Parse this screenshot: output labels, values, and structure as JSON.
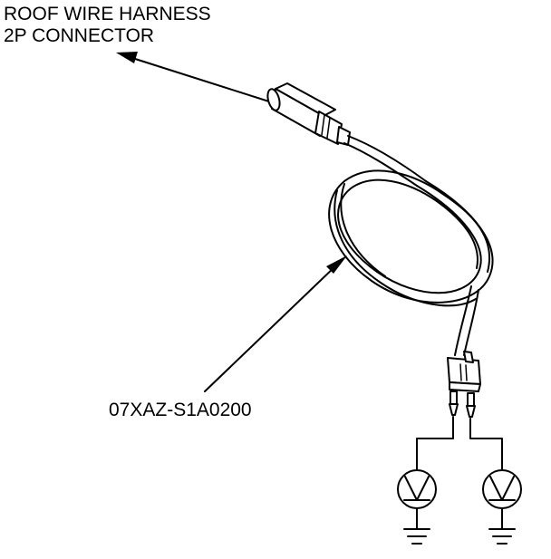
{
  "labels": {
    "connector_line1": "ROOF WIRE HARNESS",
    "connector_line2": "2P CONNECTOR",
    "part_number": "07XAZ-S1A0200"
  }
}
